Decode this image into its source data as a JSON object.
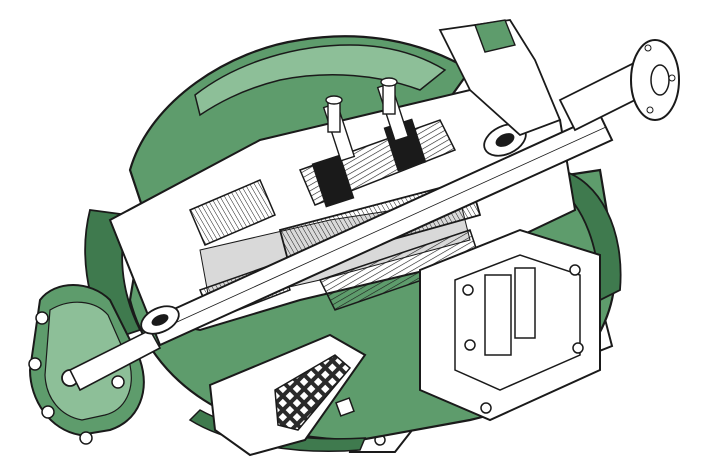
{
  "diagram": {
    "kind": "cutaway technical illustration",
    "labels": [],
    "colors": {
      "casing_green": "#5E9C6C",
      "casing_green_dark": "#3F7A4E",
      "casing_green_light": "#8DBF98",
      "outline": "#1A1A1A",
      "cutaway_white": "#FFFFFF",
      "shadow_gray": "#D9D9D9",
      "mesh_dark": "#2A2A2A"
    },
    "parts": [
      {
        "name": "outer-casing",
        "icon": "motor-casing-icon"
      },
      {
        "name": "drive-shaft",
        "icon": "shaft-icon"
      },
      {
        "name": "shaft-flange",
        "icon": "flange-icon"
      },
      {
        "name": "stator-windings",
        "icon": "winding-icon"
      },
      {
        "name": "rotor-core",
        "icon": "rotor-icon"
      },
      {
        "name": "bearing-assembly",
        "icon": "bearing-icon"
      },
      {
        "name": "end-bell-bolts",
        "icon": "bolt-icon"
      },
      {
        "name": "terminal-box",
        "icon": "terminal-box-icon"
      },
      {
        "name": "inlet-grille",
        "icon": "grille-icon"
      },
      {
        "name": "mounting-feet",
        "icon": "mounting-foot-icon"
      }
    ]
  }
}
